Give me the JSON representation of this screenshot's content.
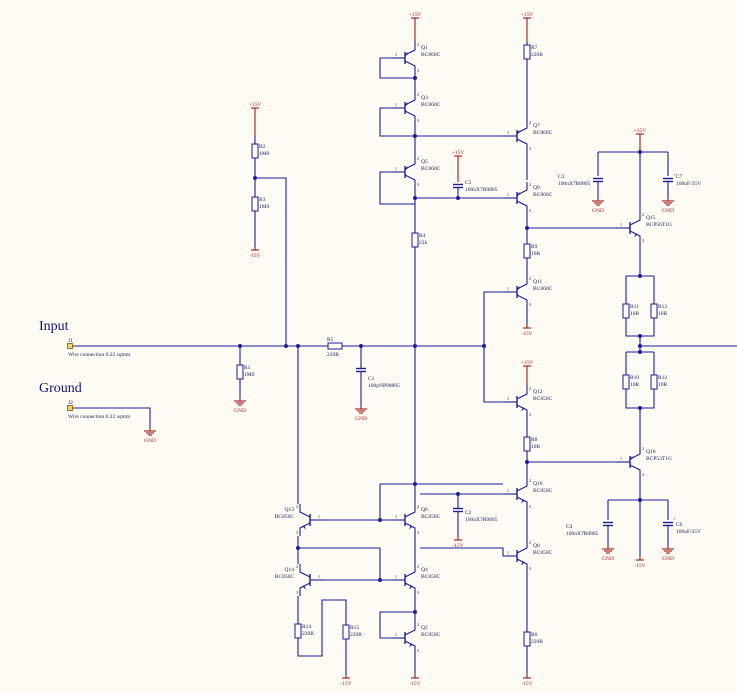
{
  "labels": {
    "input": "Input",
    "ground": "Ground"
  },
  "connectors": [
    {
      "ref": "J1",
      "desc": "Wire connection 0.22 sqmm"
    },
    {
      "ref": "J2",
      "desc": "Wire connection 0.22 sqmm"
    }
  ],
  "power": {
    "pos": "+15V",
    "neg": "-15V",
    "gnd": "GND"
  },
  "transistors": [
    {
      "ref": "Q1",
      "part": "BC860C"
    },
    {
      "ref": "Q2",
      "part": "BC850C"
    },
    {
      "ref": "Q3",
      "part": "BC860C"
    },
    {
      "ref": "Q4",
      "part": "BC850C"
    },
    {
      "ref": "Q5",
      "part": "BC860C"
    },
    {
      "ref": "Q6",
      "part": "BC850C"
    },
    {
      "ref": "Q7",
      "part": "BC860C"
    },
    {
      "ref": "Q8",
      "part": "BC850C"
    },
    {
      "ref": "Q9",
      "part": "BC860C"
    },
    {
      "ref": "Q10",
      "part": "BC850C"
    },
    {
      "ref": "Q11",
      "part": "BC860C"
    },
    {
      "ref": "Q12",
      "part": "BC850C"
    },
    {
      "ref": "Q13",
      "part": "BC850C"
    },
    {
      "ref": "Q14",
      "part": "BC850C"
    },
    {
      "ref": "Q15",
      "part": "BCP56T1G"
    },
    {
      "ref": "Q16",
      "part": "BCP53T1G"
    }
  ],
  "resistors": [
    {
      "ref": "R1",
      "value": "1M0"
    },
    {
      "ref": "R2",
      "value": "1M0"
    },
    {
      "ref": "R3",
      "value": "1M0"
    },
    {
      "ref": "R4",
      "value": "22k"
    },
    {
      "ref": "R5",
      "value": "220R"
    },
    {
      "ref": "R6",
      "value": "220R"
    },
    {
      "ref": "R7",
      "value": "220R"
    },
    {
      "ref": "R8",
      "value": "10R"
    },
    {
      "ref": "R9",
      "value": "10R"
    },
    {
      "ref": "R10",
      "value": "10R"
    },
    {
      "ref": "R11",
      "value": "10R"
    },
    {
      "ref": "R12",
      "value": "10R"
    },
    {
      "ref": "R13",
      "value": "10R"
    },
    {
      "ref": "R14",
      "value": "220R"
    },
    {
      "ref": "R15",
      "value": "220R"
    }
  ],
  "capacitors": [
    {
      "ref": "C1",
      "value": "100pNP00805"
    },
    {
      "ref": "C2",
      "value": "100nX7R0805"
    },
    {
      "ref": "C3",
      "value": "100nX7R0805"
    },
    {
      "ref": "C4",
      "value": "100nX7R0805"
    },
    {
      "ref": "C5",
      "value": "100nX7R0805"
    },
    {
      "ref": "C6",
      "value": "100uF/35V"
    },
    {
      "ref": "C7",
      "value": "100uF/35V"
    }
  ]
}
